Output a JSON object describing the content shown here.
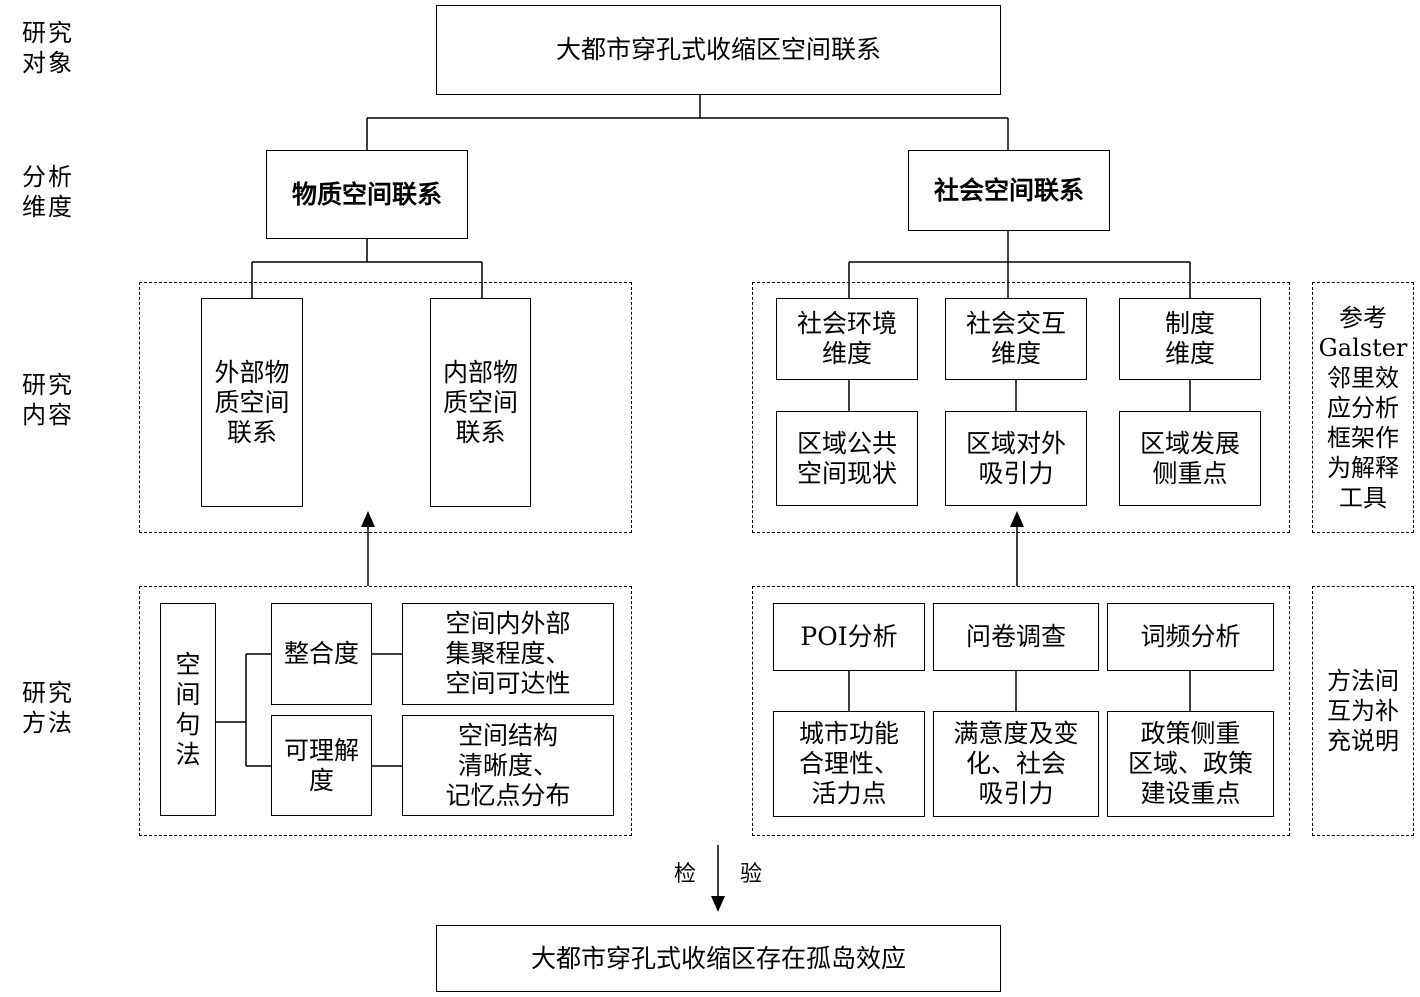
{
  "side_labels": {
    "object": "研究\n对象",
    "dimension": "分析\n维度",
    "content": "研究\n内容",
    "method": "研究\n方法"
  },
  "top": "大都市穿孔式收缩区空间联系",
  "bottom": "大都市穿孔式收缩区存在孤岛效应",
  "check": {
    "left": "检",
    "right": "验"
  },
  "physical": {
    "title": "物质空间联系",
    "external": "外部物\n质空间\n联系",
    "internal": "内部物\n质空间\n联系",
    "method": {
      "syntax": "空\n间\n句\n法",
      "integration": "整合度",
      "integration_desc": "空间内外部\n集聚程度、\n空间可达性",
      "intelligibility": "可理解\n度",
      "intelligibility_desc": "空间结构\n清晰度、\n记忆点分布"
    }
  },
  "social": {
    "title": "社会空间联系",
    "dims": [
      {
        "label": "社会环境\n维度",
        "content": "区域公共\n空间现状"
      },
      {
        "label": "社会交互\n维度",
        "content": "区域对外\n吸引力"
      },
      {
        "label": "制度\n维度",
        "content": "区域发展\n侧重点"
      }
    ],
    "methods": [
      {
        "label": "POI分析",
        "content": "城市功能\n合理性、\n活力点"
      },
      {
        "label": "问卷调查",
        "content": "满意度及变\n化、社会\n吸引力"
      },
      {
        "label": "词频分析",
        "content": "政策侧重\n区域、政策\n建设重点"
      }
    ],
    "note_top": "参考\nGalster\n邻里效\n应分析\n框架作\n为解释\n工具",
    "note_bottom": "方法间\n互为补\n充说明"
  }
}
